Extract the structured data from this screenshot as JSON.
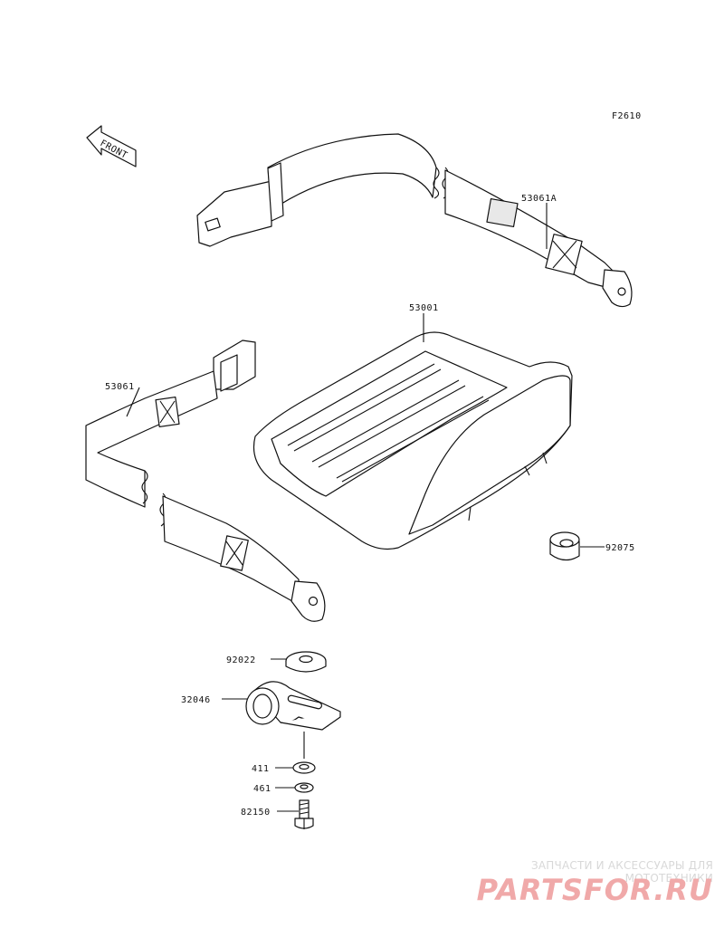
{
  "figure_code": "F2610",
  "front_label": "FRONT",
  "parts": {
    "strap_upper": "53061A",
    "tray": "53001",
    "strap_lower": "53061",
    "damper": "92075",
    "washer_large": "92022",
    "bracket": "32046",
    "washer": "411",
    "lock_washer": "461",
    "bolt": "82150"
  },
  "watermark": {
    "line1": "ЗАПЧАСТИ И АКСЕССУАРЫ ДЛЯ МОТОТЕХНИКИ",
    "line2": "PARTSFOR.RU"
  },
  "colors": {
    "ink": "#111111",
    "watermark_red": "#f0a9a9",
    "watermark_gray": "#d8d8d8"
  }
}
